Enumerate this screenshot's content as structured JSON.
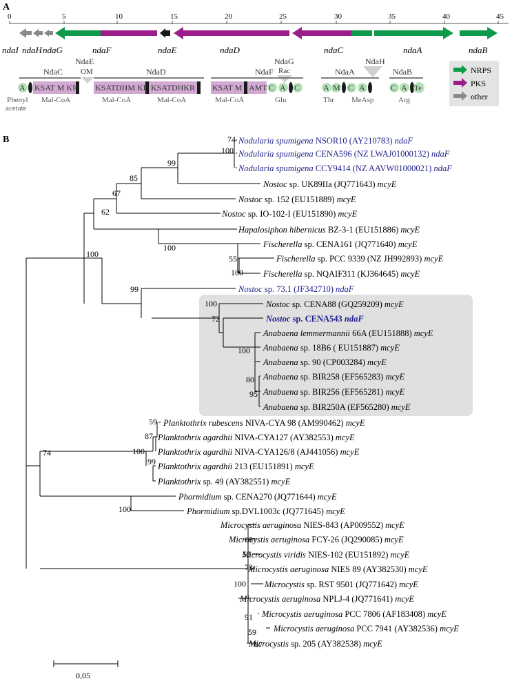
{
  "panel_a": {
    "label": "A",
    "scale_ticks": [
      "0",
      "5",
      "10",
      "15",
      "20",
      "25",
      "30",
      "35",
      "40",
      "45"
    ],
    "genes": [
      {
        "name": "ndaI",
        "type": "other",
        "dir": "left",
        "italic": true
      },
      {
        "name": "ndaH",
        "type": "other",
        "dir": "left",
        "italic": true
      },
      {
        "name": "ndaG",
        "type": "other",
        "dir": "left",
        "italic": true
      },
      {
        "name": "ndaF",
        "type": "mixed",
        "dir": "left",
        "italic": true
      },
      {
        "name": "ndaE",
        "type": "black",
        "dir": "left",
        "italic": true
      },
      {
        "name": "ndaD",
        "type": "pks",
        "dir": "left",
        "italic": true
      },
      {
        "name": "ndaC",
        "type": "mixed",
        "dir": "left",
        "italic": true
      },
      {
        "name": "ndaA",
        "type": "nrps",
        "dir": "right",
        "italic": true
      },
      {
        "name": "ndaB",
        "type": "nrps",
        "dir": "right",
        "italic": true
      }
    ],
    "protein_labels": {
      "ndaC": "NdaC",
      "ndaE": "NdaE",
      "ndaE_sub": "OM",
      "ndaD": "NdaD",
      "ndaF": "NdaF",
      "ndaG": "NdaG",
      "ndaG_sub": "Rac",
      "ndaH": "NdaH",
      "ndaA": "NdaA",
      "ndaB": "NdaB"
    },
    "domains": {
      "a1": "A",
      "ksatmkr": "KSAT M KR",
      "ksatdhmkr": "KSATDHM KR",
      "ksatdhkr": "KSATDHKR",
      "ksatm": "KSAT M",
      "amt": "AMT",
      "c": "C",
      "a": "A",
      "m": "M",
      "te": "Te"
    },
    "substrates": {
      "phenyl": "Phenyl",
      "acetate": "acetate",
      "malcoa1": "Mal-CoA",
      "malcoa2": "Mal-CoA",
      "malcoa3": "Mal-CoA",
      "malcoa4": "Mal-CoA",
      "glu": "Glu",
      "thr": "Thr",
      "measp": "MeAsp",
      "arg": "Arg"
    },
    "legend": [
      {
        "label": "NRPS",
        "color": "#0f9a4a"
      },
      {
        "label": "PKS",
        "color": "#9b1d8a"
      },
      {
        "label": "other",
        "color": "#8a8a8a"
      }
    ],
    "colors": {
      "nrps": "#0f9a4a",
      "pks": "#9b1d8a",
      "other": "#8a8a8a",
      "black": "#1a1a1a",
      "domain_green": "#b7e2b9",
      "domain_purple": "#d2a9d3",
      "legend_bg": "#e3e3e3"
    }
  },
  "panel_b": {
    "label": "B",
    "highlight_color": "#e0e0e0",
    "blue": "#1f1f8a",
    "scale_bar": "0,05",
    "taxa": [
      {
        "id": "t1",
        "genus": "Nodularia spumigena",
        "rest": " NSOR10 (AY210783) ",
        "gene": "ndaF",
        "blue": true
      },
      {
        "id": "t2",
        "genus": "Nodularia spumigena",
        "rest": " CENA596 (NZ LWAJ01000132) ",
        "gene": "ndaF",
        "blue": true
      },
      {
        "id": "t3",
        "genus": "Nodularia spumigena",
        "rest": " CCY9414 (NZ AAVW01000021) ",
        "gene": "ndaF",
        "blue": true
      },
      {
        "id": "t4",
        "genus": "Nostoc",
        "rest": " sp. UK89IIa (JQ771643) ",
        "gene": "mcyE"
      },
      {
        "id": "t5",
        "genus": "Nostoc",
        "rest": " sp. 152 (EU151889) ",
        "gene": "mcyE"
      },
      {
        "id": "t6",
        "genus": "Nostoc",
        "rest": " sp. IO-102-I (EU151890) ",
        "gene": "mcyE"
      },
      {
        "id": "t7",
        "genus": "Hapalosiphon hibernicus",
        "rest": " BZ-3-1 (EU151886) ",
        "gene": "mcyE"
      },
      {
        "id": "t8",
        "genus": "Fischerella",
        "rest": " sp. CENA161 (JQ771640) ",
        "gene": "mcyE"
      },
      {
        "id": "t9",
        "genus": "Fischerella",
        "rest": " sp. PCC 9339 (NZ JH992893) ",
        "gene": "mcyE"
      },
      {
        "id": "t10",
        "genus": "Fischerella",
        "rest": " sp. NQAIF311 (KJ364645) ",
        "gene": "mcyE"
      },
      {
        "id": "t11",
        "genus": "Nostoc",
        "rest": " sp. 73.1 (JF342710) ",
        "gene": "ndaF",
        "blue": true
      },
      {
        "id": "t12",
        "genus": "Nostoc",
        "rest": " sp. CENA88 (GQ259209) ",
        "gene": "mcyE"
      },
      {
        "id": "t13",
        "genus": "Nostoc",
        "rest": " sp. CENA543 ",
        "gene": "ndaF",
        "blue": true,
        "bold": true
      },
      {
        "id": "t14",
        "genus": "Anabaena lemmermannii",
        "rest": " 66A (EU151888) ",
        "gene": "mcyE"
      },
      {
        "id": "t15",
        "genus": "Anabaena",
        "rest": " sp. 18B6 ( EU151887) ",
        "gene": "mcyE"
      },
      {
        "id": "t16",
        "genus": "Anabaena",
        "rest": " sp. 90 (CP003284) ",
        "gene": "mcyE"
      },
      {
        "id": "t17",
        "genus": "Anabaena",
        "rest": " sp. BIR258 (EF565283) ",
        "gene": "mcyE"
      },
      {
        "id": "t18",
        "genus": "Anabaena",
        "rest": " sp. BIR256 (EF565281) ",
        "gene": "mcyE"
      },
      {
        "id": "t19",
        "genus": "Anabaena",
        "rest": " sp. BIR250A (EF565280) ",
        "gene": "mcyE"
      },
      {
        "id": "t20",
        "genus": "Planktothrix rubescens",
        "rest": " NIVA-CYA 98 (AM990462) ",
        "gene": "mcyE"
      },
      {
        "id": "t21",
        "genus": "Planktothrix agardhii",
        "rest": " NIVA-CYA127 (AY382553) ",
        "gene": "mcyE"
      },
      {
        "id": "t22",
        "genus": "Planktothrix agardhii",
        "rest": " NIVA-CYA126/8 (AJ441056) ",
        "gene": "mcyE"
      },
      {
        "id": "t23",
        "genus": "Planktothrix agardhii",
        "rest": " 213 (EU151891) ",
        "gene": "mcyE"
      },
      {
        "id": "t24",
        "genus": "Planktothrix",
        "rest": " sp. 49 (AY382551) ",
        "gene": "mcyE"
      },
      {
        "id": "t25",
        "genus": "Phormidium",
        "rest": " sp. CENA270 (JQ771644) ",
        "gene": "mcyE"
      },
      {
        "id": "t26",
        "genus": "Phormidium",
        "rest": " sp.DVL1003c (JQ771645) ",
        "gene": "mcyE"
      },
      {
        "id": "t27",
        "genus": "Microcystis aeruginosa",
        "rest": " NIES-843 (AP009552) ",
        "gene": "mcyE"
      },
      {
        "id": "t28",
        "genus": "Microcystis aeruginosa",
        "rest": " FCY-26 (JQ290085) ",
        "gene": "mcyE"
      },
      {
        "id": "t29",
        "genus": "Microcystis viridis",
        "rest": " NIES-102 (EU151892) ",
        "gene": "mcyE"
      },
      {
        "id": "t30",
        "genus": "Microcystis aeruginosa",
        "rest": " NIES 89 (AY382530) ",
        "gene": "mcyE"
      },
      {
        "id": "t31",
        "genus": "Microcystis",
        "rest": " sp. RST 9501 (JQ771642) ",
        "gene": "mcyE"
      },
      {
        "id": "t32",
        "genus": "Microcystis aeruginosa",
        "rest": " NPLJ-4 (JQ771641) ",
        "gene": "mcyE"
      },
      {
        "id": "t33",
        "genus": "Microcystis aeruginosa",
        "rest": " PCC 7806 (AF183408) ",
        "gene": "mcyE"
      },
      {
        "id": "t34",
        "genus": "Microcystis aeruginosa",
        "rest": " PCC 7941 (AY382536) ",
        "gene": "mcyE"
      },
      {
        "id": "t35",
        "genus": "Microcystis",
        "rest": " sp. 205 (AY382538) ",
        "gene": "mcyE"
      }
    ],
    "bootstrap": [
      "74",
      "100",
      "99",
      "85",
      "67",
      "62",
      "100",
      "100",
      "55",
      "100",
      "99",
      "100",
      "72",
      "100",
      "80",
      "95",
      "59",
      "87",
      "100",
      "99",
      "74",
      "100",
      "65",
      "53",
      "73",
      "100",
      "91",
      "59",
      "87"
    ]
  }
}
